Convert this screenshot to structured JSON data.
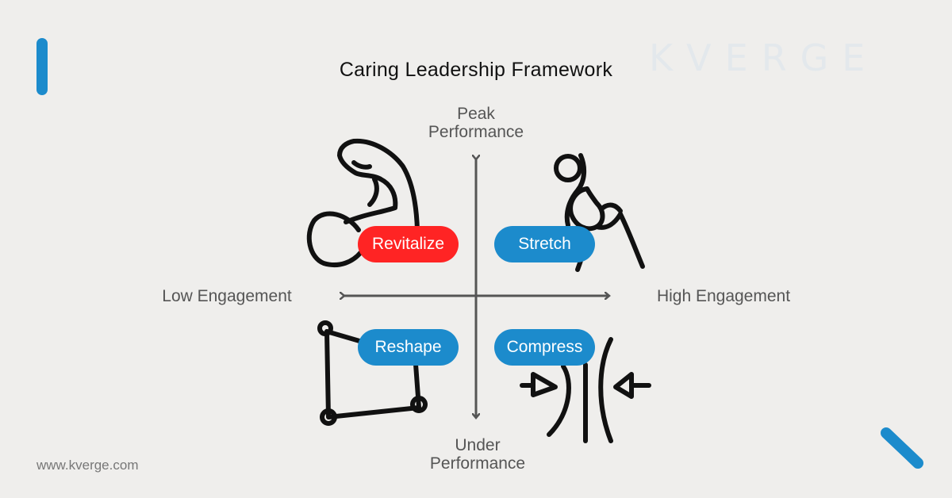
{
  "brand": {
    "logo_text": "KVERGE",
    "url": "www.kverge.com"
  },
  "title": "Caring Leadership Framework",
  "axes": {
    "top": {
      "line1": "Peak",
      "line2": "Performance"
    },
    "bottom": {
      "line1": "Under",
      "line2": "Performance"
    },
    "left": "Low Engagement",
    "right": "High Engagement"
  },
  "quadrants": [
    {
      "label": "Revitalize",
      "color": "#ff2424",
      "icon": "flexed-arm-icon"
    },
    {
      "label": "Stretch",
      "color": "#1c8bcc",
      "icon": "stretching-figure-icon"
    },
    {
      "label": "Reshape",
      "color": "#1c8bcc",
      "icon": "polygon-shape-icon"
    },
    {
      "label": "Compress",
      "color": "#1c8bcc",
      "icon": "compress-arrows-icon"
    }
  ],
  "colors": {
    "background": "#efeeec",
    "accent": "#1c8bcc",
    "axis": "#555555",
    "ink": "#111111"
  }
}
